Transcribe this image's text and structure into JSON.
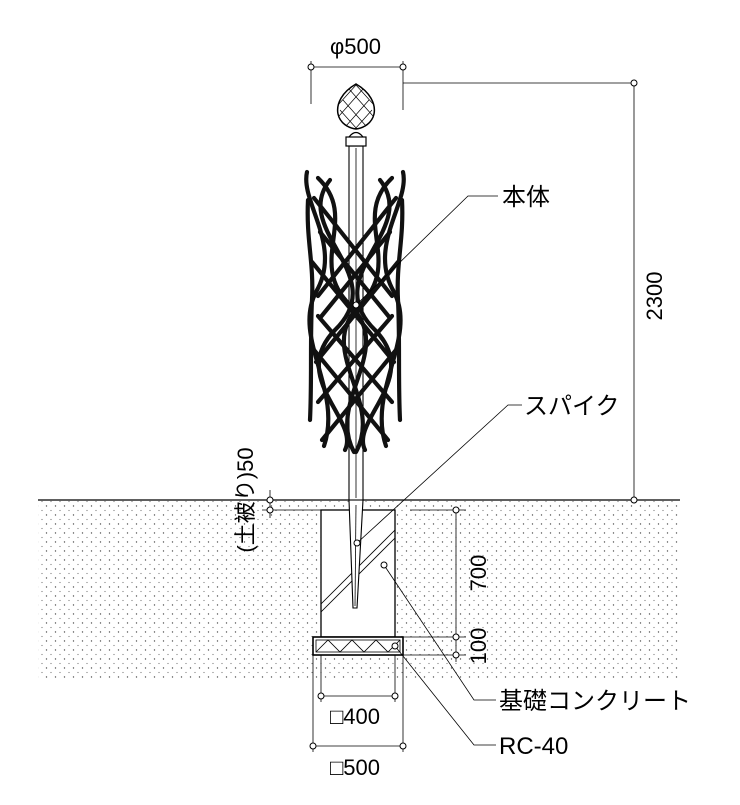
{
  "labels": {
    "body": "本体",
    "spike": "スパイク",
    "foundation": "基礎コンクリート",
    "base_course": "RC-40"
  },
  "dimensions": {
    "diameter": "φ500",
    "height": "2300",
    "cover": "(土被り)50",
    "depth": "700",
    "base_thickness": "100",
    "square_small": "□400",
    "square_large": "□500"
  }
}
